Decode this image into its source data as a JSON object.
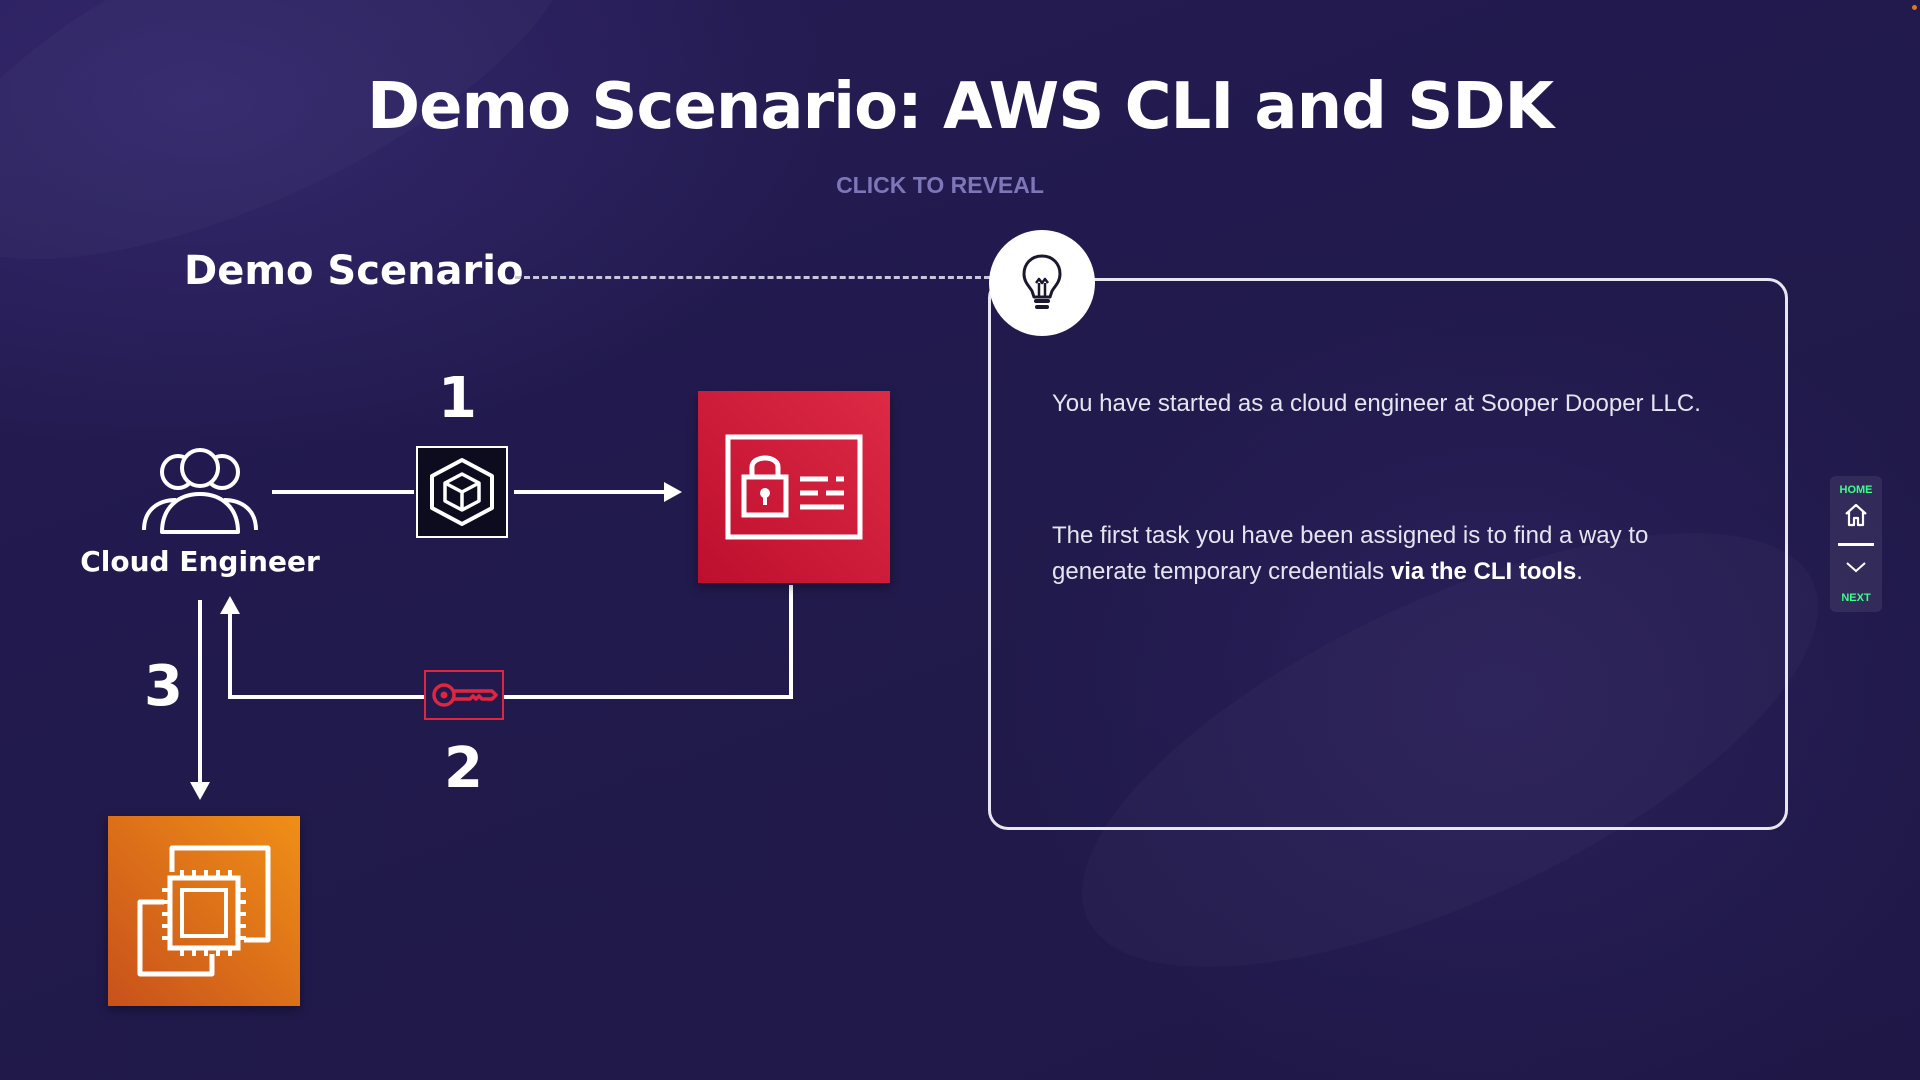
{
  "slide": {
    "title": "Demo Scenario: AWS CLI and SDK",
    "reveal_label": "CLICK TO REVEAL",
    "demo_label": "Demo Scenario"
  },
  "diagram": {
    "step1": "1",
    "step2": "2",
    "step3": "3",
    "engineer_label": "Cloud Engineer",
    "icons": [
      "users-icon",
      "cube-icon",
      "iam-identity-icon",
      "key-icon",
      "ec2-instances-icon"
    ],
    "colors": {
      "iam": "#d21d3b",
      "ec2": "#e86e19",
      "key": "#e0263f"
    }
  },
  "panel": {
    "icon": "lightbulb-icon",
    "para1": "You have started as a cloud engineer at Sooper Dooper LLC.",
    "para2_prefix": "The first task you have been assigned is to find a way to generate temporary credentials ",
    "para2_bold": "via the CLI tools",
    "para2_suffix": "."
  },
  "nav": {
    "home_label": "HOME",
    "next_label": "NEXT",
    "accent": "#3cff8a"
  }
}
